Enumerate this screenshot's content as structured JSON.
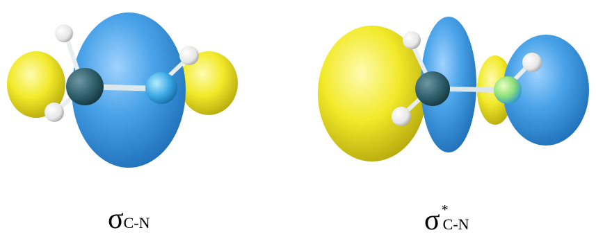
{
  "colors": {
    "lobe_blue": "#4aa3e8",
    "lobe_yellow": "#f2ea2a",
    "carbon": "#2f5f6b",
    "nitrogen": "#3aa8e6",
    "hydrogen": "#ffffff",
    "bond": "#c8d6dc"
  },
  "orbitals": [
    {
      "symbol": "σ",
      "subscript": "C-N",
      "superscript": ""
    },
    {
      "symbol": "σ",
      "subscript": "C-N",
      "superscript": "*"
    }
  ]
}
